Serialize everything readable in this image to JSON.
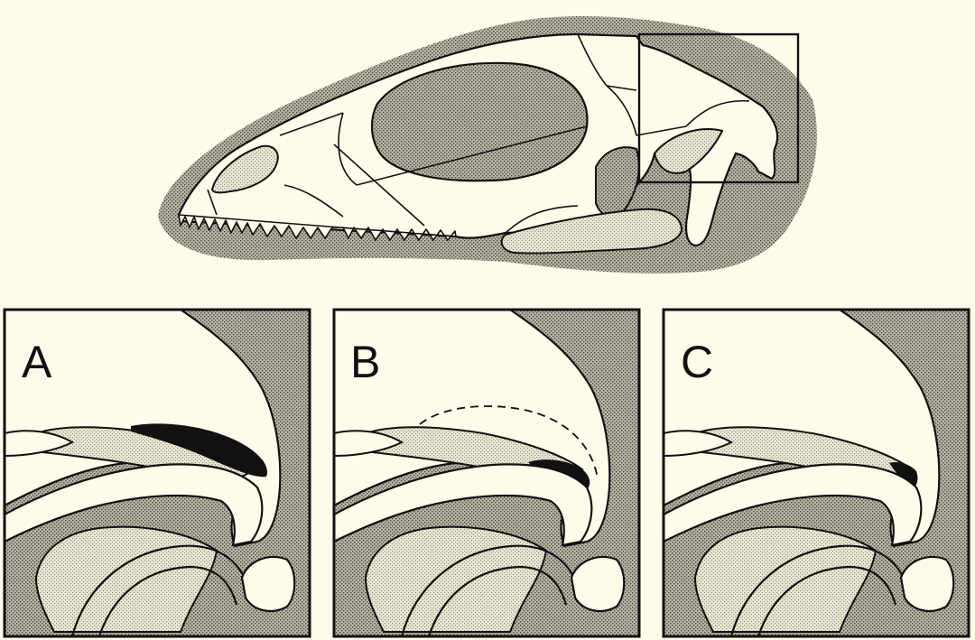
{
  "figure": {
    "background": "#fdfbea",
    "stipple_dark": "#9a9688",
    "stipple_light": "#d8d4c3",
    "ink": "#111111",
    "bone": "#fdfbea",
    "overview": {
      "subject": "lizard-skull-lateral-view",
      "inset_box_marks": "posterior-skull-region"
    },
    "panels": [
      {
        "letter": "A",
        "dark_fill": "large"
      },
      {
        "letter": "B",
        "dark_fill": "medium-with-dashed-outline"
      },
      {
        "letter": "C",
        "dark_fill": "small"
      }
    ]
  }
}
